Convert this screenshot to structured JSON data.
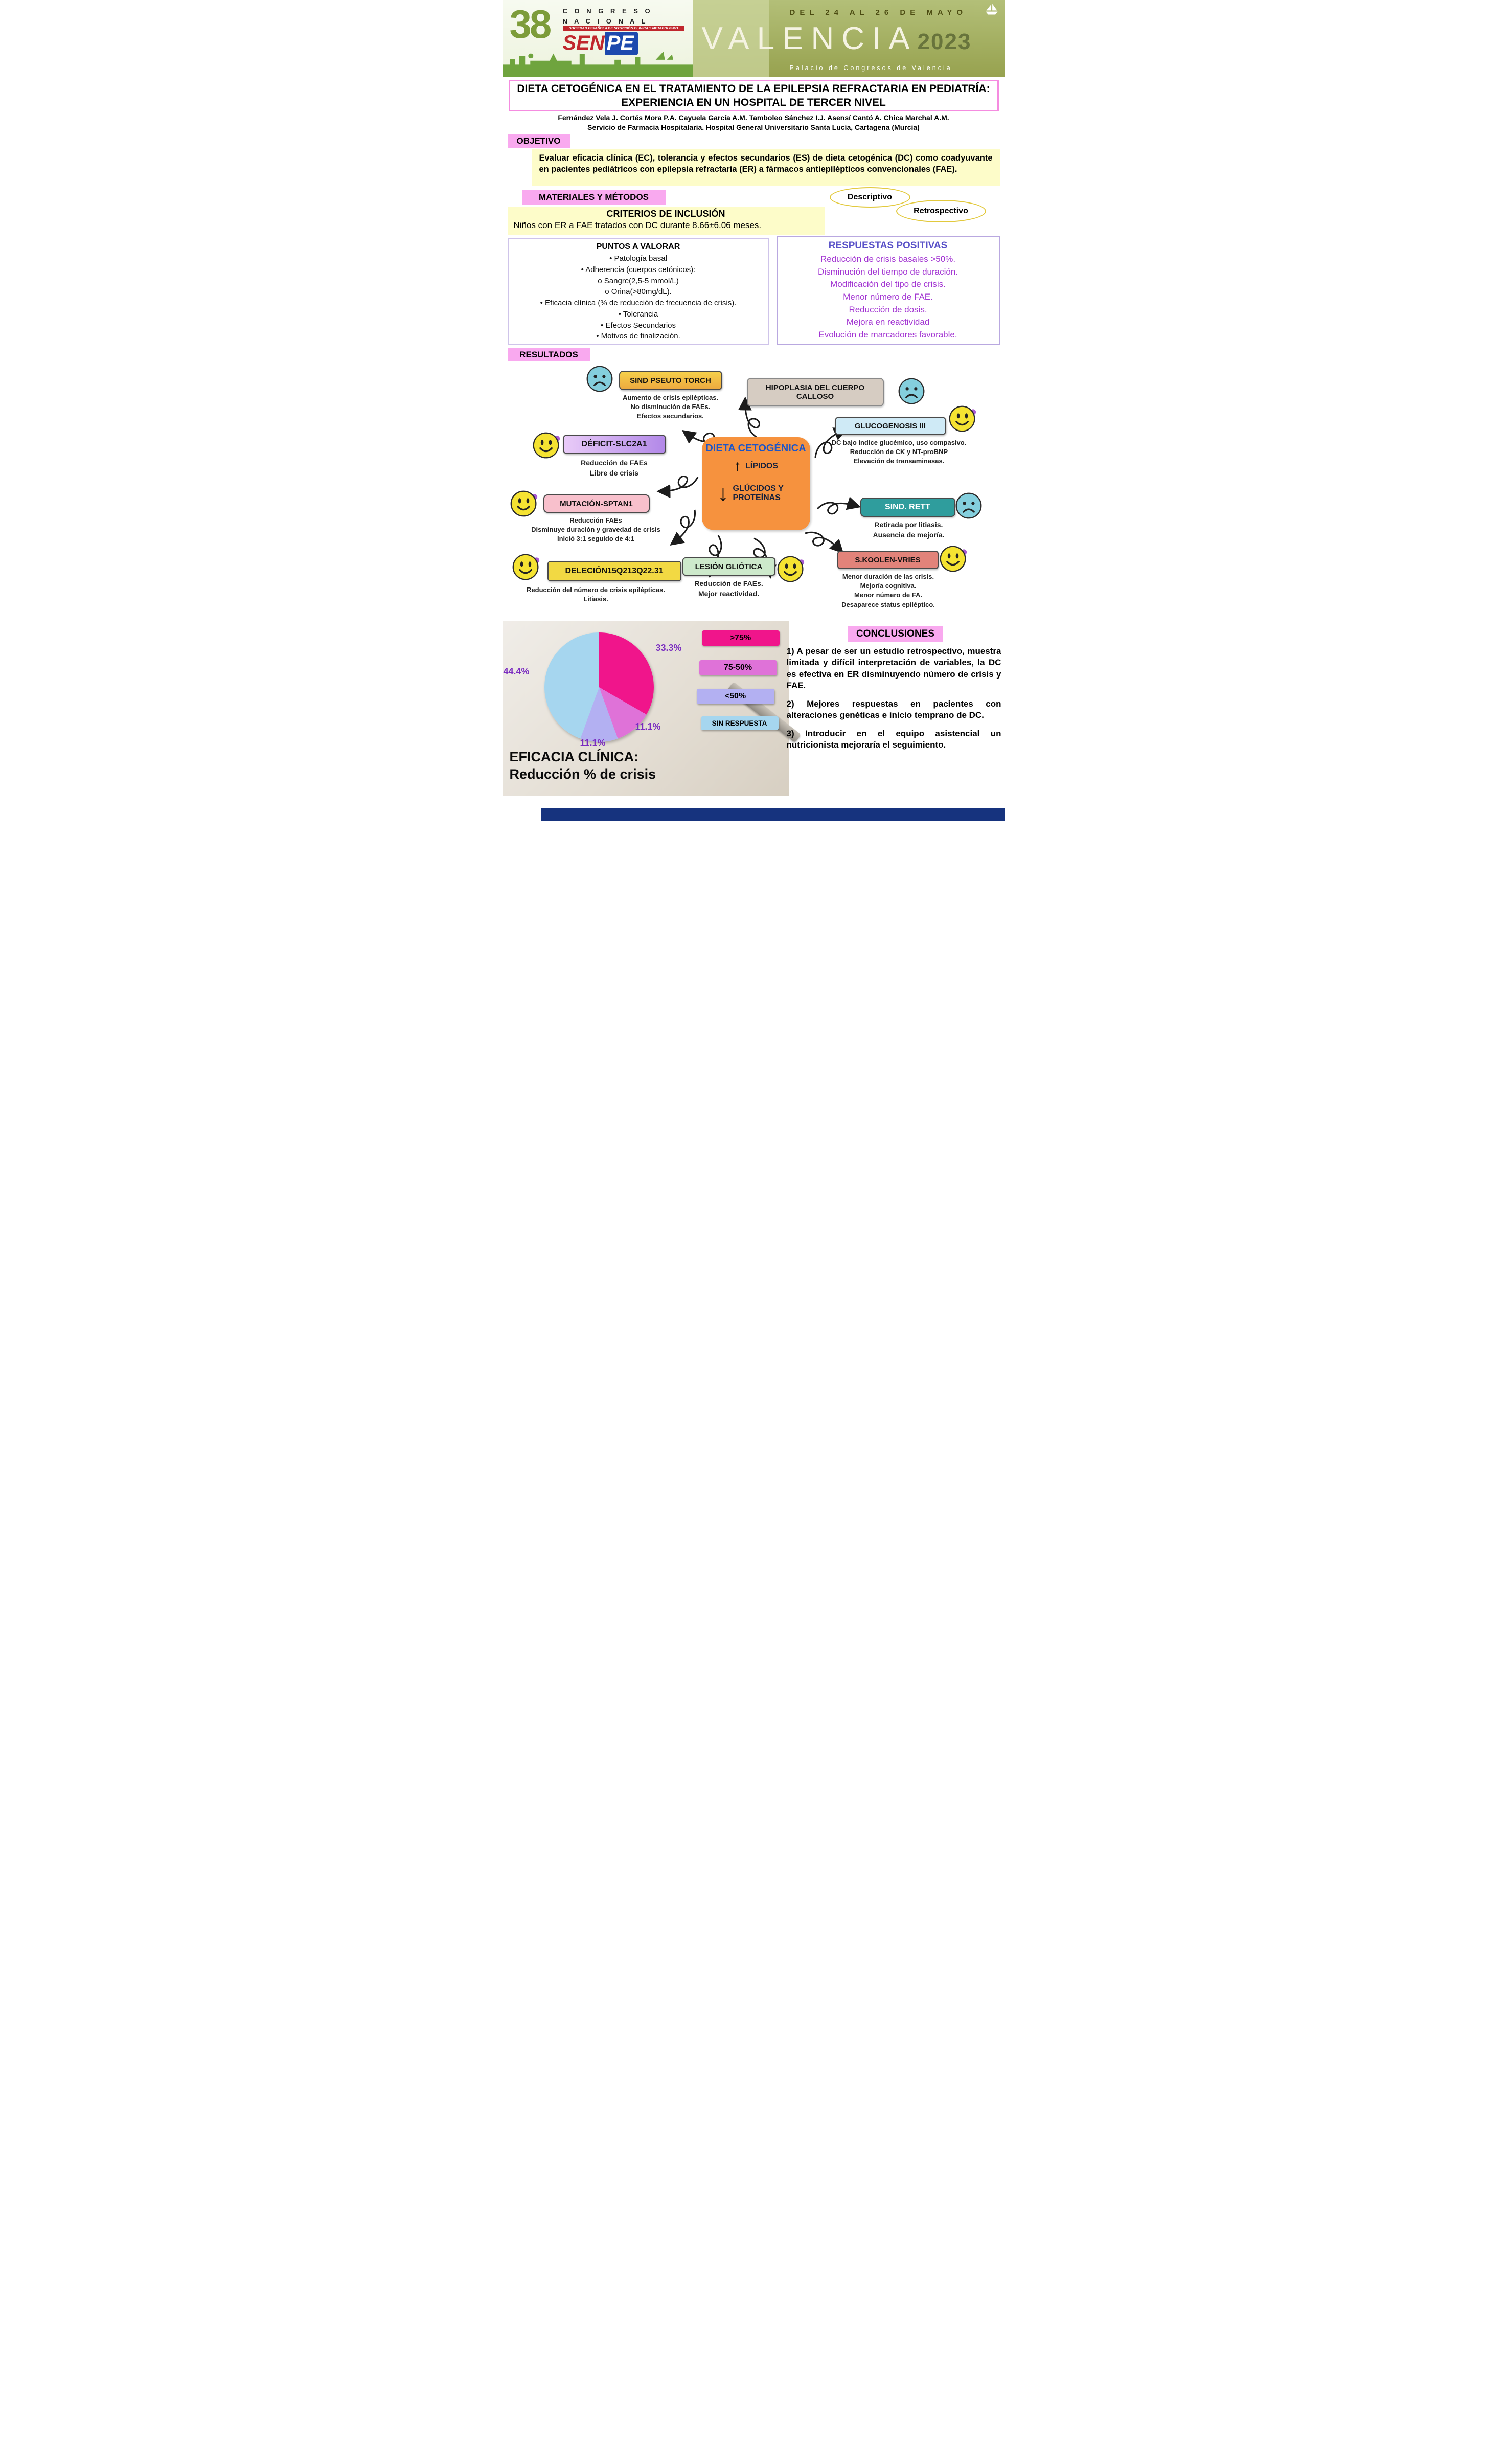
{
  "header": {
    "congress_number": "38",
    "congress_word1": "C O N G R E S O",
    "congress_word2": "N A C I O N A L",
    "society": "SOCIEDAD ESPAÑOLA DE NUTRICIÓN CLÍNICA Y METABOLISMO",
    "logo_sen": "SEN",
    "logo_pe": "PE",
    "dates": "DEL 24 AL 26 DE MAYO",
    "city": "VALENCIA",
    "year": "2023",
    "venue": "Palacio de Congresos de Valencia"
  },
  "title": "DIETA CETOGÉNICA EN EL TRATAMIENTO DE LA EPILEPSIA REFRACTARIA EN PEDIATRÍA: EXPERIENCIA EN UN HOSPITAL DE TERCER NIVEL",
  "authors": "Fernández Vela J. Cortés Mora P.A. Cayuela García A.M. Tamboleo Sánchez I.J. Asensí Cantó A. Chica Marchal A.M.",
  "affiliation": "Servicio de Farmacia Hospitalaria. Hospital General Universitario Santa Lucía, Cartagena (Murcia)",
  "objetivo": {
    "label": "OBJETIVO",
    "text": "Evaluar eficacia clínica (EC), tolerancia y efectos secundarios (ES) de dieta cetogénica (DC) como coadyuvante en pacientes pediátricos con epilepsia refractaria (ER) a fármacos antiepilépticos convencionales (FAE)."
  },
  "materiales": {
    "label": "MATERIALES Y MÉTODOS",
    "badge1": "Descriptivo",
    "badge2": "Retrospectivo"
  },
  "criterios": {
    "title": "CRITERIOS DE INCLUSIÓN",
    "text": "Niños con ER a FAE tratados con DC durante 8.66±6.06 meses."
  },
  "puntos": {
    "title": "PUNTOS A VALORAR",
    "lines": [
      "• Patología basal",
      "• Adherencia (cuerpos cetónicos):",
      "o Sangre(2,5-5 mmol/L)",
      "o Orina(>80mg/dL).",
      "• Eficacia clínica (% de reducción de frecuencia de crisis).",
      "• Tolerancia",
      "• Efectos Secundarios",
      "• Motivos de finalización."
    ]
  },
  "respuestas": {
    "title": "RESPUESTAS POSITIVAS",
    "lines": [
      "Reducción de crisis basales >50%.",
      "Disminución del tiempo de duración.",
      "Modificación del tipo de crisis.",
      "Menor número de FAE.",
      "Reducción de dosis.",
      "Mejora en reactividad",
      "Evolución de marcadores favorable."
    ]
  },
  "resultados_label": "RESULTADOS",
  "diagram": {
    "center": {
      "title": "DIETA CETOGÉNICA",
      "up_arrow": "↑",
      "up": "LÍPIDOS",
      "down_arrow": "↓",
      "down": "GLÚCIDOS Y PROTEÍNAS"
    },
    "torch": {
      "title": "SIND PSEUTO TORCH",
      "line1": "Aumento de crisis epilépticas.",
      "line2": "No disminución de FAEs.",
      "line3": "Efectos secundarios."
    },
    "hipoplasia": {
      "title": "HIPOPLASIA DEL CUERPO CALLOSO"
    },
    "glucogenosis": {
      "title": "GLUCOGENOSIS III",
      "line1": "DC bajo índice glucémico, uso compasivo.",
      "line2": "Reducción de CK y NT-proBNP",
      "line3": "Elevación de transaminasas."
    },
    "slc2a1": {
      "title": "DÉFICIT-SLC2A1",
      "line1": "Reducción de FAEs",
      "line2": "Libre de crisis"
    },
    "sptan1": {
      "title": "MUTACIÓN-SPTAN1",
      "line1": "Reducción FAEs",
      "line2": "Disminuye duración y gravedad de crisis",
      "line3": "Inició 3:1 seguido de 4:1"
    },
    "rett": {
      "title": "SIND. RETT",
      "line1": "Retirada por litiasis.",
      "line2": "Ausencia de mejoría."
    },
    "delecion": {
      "title": "DELECIÓN15Q213Q22.31",
      "line1": "Reducción del número de crisis epilépticas.",
      "line2": "Litiasis."
    },
    "gliotica": {
      "title": "LESIÓN GLIÓTICA",
      "line1": "Reducción de FAEs.",
      "line2": "Mejor reactividad."
    },
    "koolen": {
      "title": "S.KOOLEN-VRIES",
      "line1": "Menor duración de las crisis.",
      "line2": "Mejoría cognitiva.",
      "line3": "Menor número de FA.",
      "line4": "Desaparece status epiléptico."
    }
  },
  "chart_data": {
    "type": "pie",
    "title_line1": "EFICACIA CLÍNICA:",
    "title_line2": "Reducción % de crisis",
    "labels": [
      ">75%",
      "75-50%",
      "<50%",
      "SIN RESPUESTA"
    ],
    "values": [
      33.3,
      11.1,
      11.1,
      44.4
    ],
    "colors": [
      "#f0158b",
      "#df72d8",
      "#b3b0f2",
      "#a6d6ef"
    ],
    "slice_labels": [
      "33.3%",
      "11.1%",
      "11.1%",
      "44.4%"
    ],
    "legend_position": "right",
    "start_angle_deg": 0,
    "direction": "clockwise"
  },
  "conclusiones": {
    "label": "CONCLUSIONES",
    "items": [
      "1) A pesar de ser un estudio retrospectivo, muestra limitada y difícil interpretación de variables, la DC es efectiva en ER disminuyendo número de crisis y FAE.",
      "2) Mejores respuestas en pacientes con alteraciones genéticas e inicio temprano de DC.",
      "3) Introducir en el equipo asistencial un nutricionista mejoraría el seguimiento."
    ]
  }
}
